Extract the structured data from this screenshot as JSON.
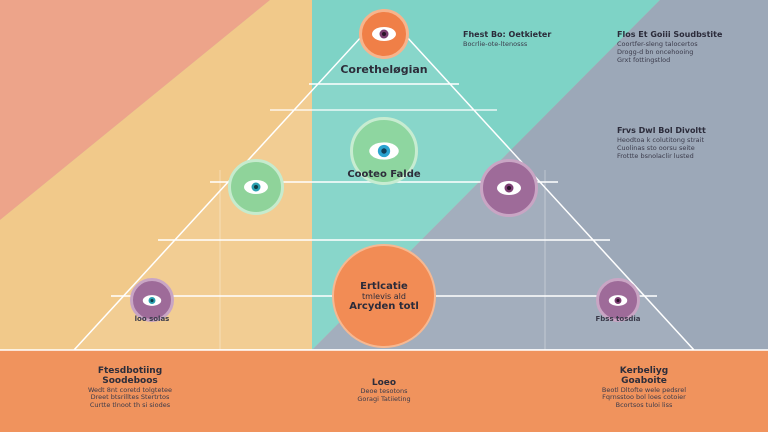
{
  "colors": {
    "orange": "#f28c55",
    "teal": "#6ed0c4",
    "green": "#8fd39a",
    "purple": "#9e6b99",
    "peach": "#eda48a",
    "yellow": "#f1c98a",
    "slate": "#9aa6b8"
  },
  "pyramid": {
    "top_label": "Coretheløgian",
    "second_label": "Cooteo Falde",
    "center_label_line1": "Ertlcatie",
    "center_label_line2": "tmlevis ald",
    "center_label_line3": "Arcyden totl",
    "left_small_label": "loo solas",
    "right_small_label": "Fbss tosdia"
  },
  "side_notes": {
    "top_mid_title": "Fhest Bo: Oetkieter",
    "top_mid_line1": "Bocrlie-ote-ltenosss",
    "top_right_title": "Flos Et Goiii Soudbstite",
    "top_right_line1": "Coortfer-sleng talocertos",
    "top_right_line2": "Drogg-d bn oncehooing",
    "top_right_line3": "Grxt fottingstlod",
    "mid_right_title": "Frvs Dwl Bol Divoltt",
    "mid_right_line1": "Heodtoa k colutitong strait",
    "mid_right_line2": "Cuolinas sto oorsu seite",
    "mid_right_line3": "Frottte bsnolaclir lusted"
  },
  "bottom": {
    "left_title_line1": "Ftesdbotiing",
    "left_title_line2": "Soodeboos",
    "left_line1": "Wedt 8nt coretd tolgtetee",
    "left_line2": "Dreet btsrilltes Stertrtos",
    "left_line3": "Curtte tlnoot th si siodes",
    "center_title": "Loeo",
    "center_line1": "Deoe tesotons",
    "center_line2": "Goragi Tatiieting",
    "right_title_line1": "Kerbeliyg",
    "right_title_line2": "Goaboite",
    "right_line1": "Beotl Dltofte wele pedsrel",
    "right_line2": "Fqrnsstoo bol loes cotoier",
    "right_line3": "Bcortsos tuloi liss"
  }
}
